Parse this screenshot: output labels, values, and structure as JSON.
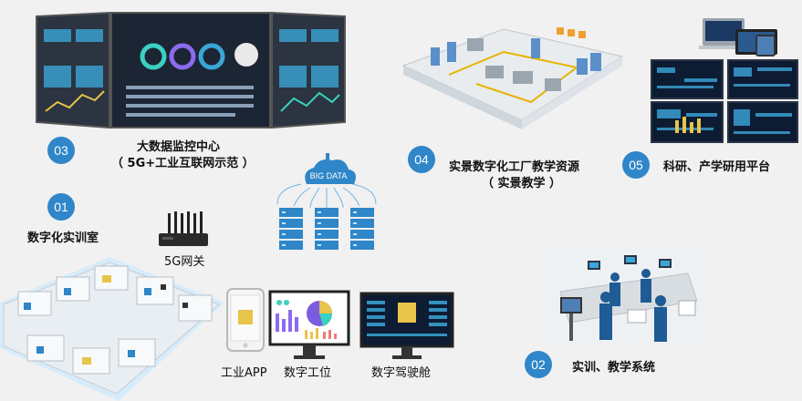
{
  "modules": [
    {
      "num": "03",
      "title": "大数据监控中心",
      "subtitle": "（ 5G+工业互联网示范 ）"
    },
    {
      "num": "04",
      "title": "实景数字化工厂教学资源",
      "subtitle": "（ 实景教学 ）"
    },
    {
      "num": "05",
      "title": "科研、产学研用平台"
    },
    {
      "num": "01",
      "title": "数字化实训室"
    },
    {
      "num": "02",
      "title": "实训、教学系统"
    }
  ],
  "cloud_label": "BIG DATA",
  "gateway_label": "5G网关",
  "devices": [
    {
      "label": "工业APP"
    },
    {
      "label": "数字工位"
    },
    {
      "label": "数字驾驶舱"
    }
  ],
  "colors": {
    "badge": "#2f86c8",
    "dark_screen": "#0d1b33"
  }
}
